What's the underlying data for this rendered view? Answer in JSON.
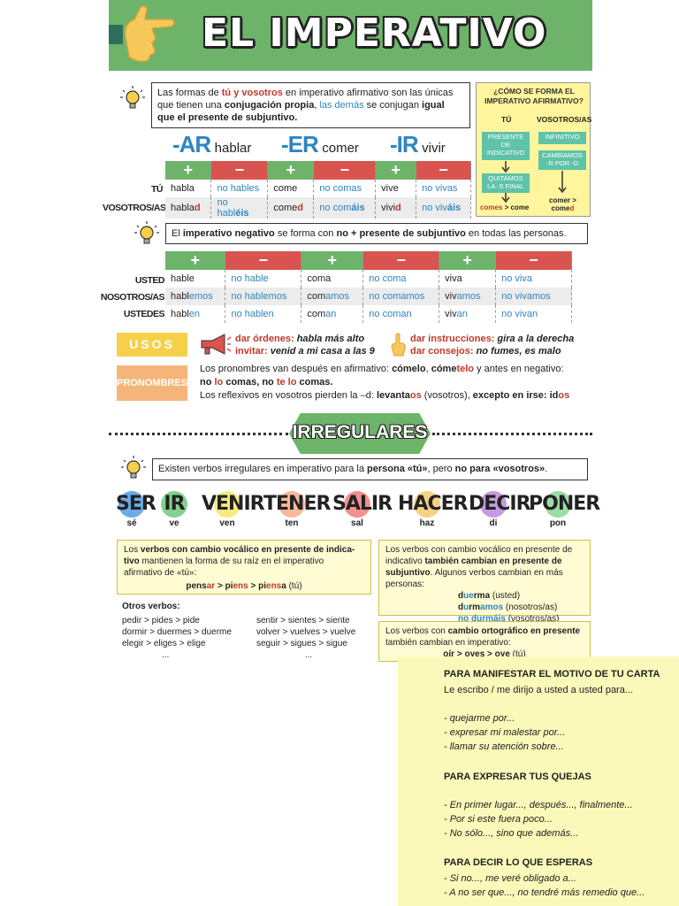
{
  "header": {
    "title": "EL IMPERATIVO"
  },
  "intro": {
    "p1": "Las formas de ",
    "tu_vos": "tú y vosotros",
    "p2": " en imperativo afirmativo son las únicas que tienen una ",
    "conj_propia": "conjugación propia",
    "p3": ", ",
    "las_demas": "las demás",
    "p4": " se conjugan ",
    "igual": "igual que el presente de subjuntivo."
  },
  "como": {
    "title": "¿CÓMO SE FORMA EL IMPERATIVO AFIRMATIVO?",
    "col_tu": "TÚ",
    "col_vos": "VOSOTROS/AS",
    "tu_box1": "PRESENTE DE INDICATIVO",
    "tu_box2": "QUITAMOS LA -S FINAL",
    "tu_example_a": "comes",
    "tu_example_b": " > come",
    "vos_box1": "INFINITIVO",
    "vos_box2": "CAMBIAMOS -R POR -D",
    "vos_example_a": "comer >",
    "vos_example_b": "come",
    "vos_example_c": "d"
  },
  "verbs_header": {
    "ar": "-AR",
    "ar_inf": "hablar",
    "er": "-ER",
    "er_inf": "comer",
    "ir": "-IR",
    "ir_inf": "vivir"
  },
  "table1": {
    "plus": "+",
    "minus": "−",
    "row_tu": "TÚ",
    "row_vos": "VOSOTROS/AS",
    "tu": [
      "habla",
      "no hables",
      "come",
      "no comas",
      "vive",
      "no vivas"
    ],
    "vos": [
      "habla",
      "d",
      "no habl",
      "éis",
      "come",
      "d",
      "no com",
      "áis",
      "vivi",
      "d",
      "no viv",
      "áis"
    ]
  },
  "negativo": {
    "p1": "El ",
    "b1": "imperativo negativo",
    "p2": " se forma con ",
    "b2": "no + presente de subjuntivo",
    "p3": " en todas las personas."
  },
  "table2": {
    "row_usted": "USTED",
    "row_nos": "NOSOTROS/AS",
    "row_ustedes": "USTEDES",
    "usted": [
      "hable",
      "no hable",
      "coma",
      "no coma",
      "viva",
      "no viva"
    ],
    "nos": [
      "habl",
      "emos",
      "no habl",
      "emos",
      "com",
      "amos",
      "no com",
      "amos",
      "viv",
      "amos",
      "no viv",
      "amos"
    ],
    "ustedes": [
      "habl",
      "en",
      "no habl",
      "en",
      "com",
      "an",
      "no com",
      "an",
      "viv",
      "an",
      "no viv",
      "an"
    ]
  },
  "usos": {
    "badge": "USOS",
    "u1a": "dar órdenes: ",
    "u1b": "habla más alto",
    "u2a": "invitar: ",
    "u2b": "venid a mi casa a las 9",
    "u3a": "dar instrucciones: ",
    "u3b": "gira a la derecha",
    "u4a": "dar consejos: ",
    "u4b": "no fumes, es malo"
  },
  "pronombres": {
    "badge": "PRONOMBRES",
    "l1a": "Los pronombres van después en afirmativo: ",
    "l1b": "cómelo",
    "l1c": ", ",
    "l1d": "cóme",
    "l1e": "telo",
    "l1f": " y antes en negativo:",
    "l2a": "no ",
    "l2b": "lo",
    "l2c": " comas",
    "l2d": ", no ",
    "l2e": "te lo",
    "l2f": " comas.",
    "l3a": "Los reflexivos en vosotros pierden la –d: ",
    "l3b": "levanta",
    "l3c": "os",
    "l3d": " (vosotros), ",
    "l3e": "excepto en irse: ",
    "l3f": "id",
    "l3g": "os"
  },
  "irregulares": {
    "banner": "IRREGULARES",
    "note_a": "Existen verbos irregulares en imperativo para la ",
    "note_b": "persona «tú»",
    "note_c": ", pero ",
    "note_d": "no para «vosotros»",
    "note_e": ".",
    "verbs": [
      "SER",
      "IR",
      "VENIR",
      "TENER",
      "SALIR",
      "HACER",
      "DECIR",
      "PONER"
    ],
    "forms": [
      "sé",
      "ve",
      "ven",
      "ten",
      "sal",
      "haz",
      "di",
      "pon"
    ],
    "colors": [
      "#3b8fd9",
      "#5cc06a",
      "#f3e35a",
      "#f5a27a",
      "#ef6a6a",
      "#f2c25c",
      "#b07ad9",
      "#7fcf8a"
    ]
  },
  "vocalico1": {
    "a": "Los ",
    "b": "verbos con cambio vocálico en presente de indica-tivo",
    "c": " mantienen la forma de su raíz en el imperativo afirmativo de «tú»:",
    "ex1": "pens",
    "ex2": "ar",
    "ex3": " > pi",
    "ex4": "ens",
    "ex5": " > pi",
    "ex6": "ens",
    "ex7": "a",
    "ex8": " (tú)"
  },
  "vocalico2": {
    "a": "Los verbos con cambio vocálico en presente de indicativo ",
    "b": "también cambian en presente de subjuntivo",
    "c": ". Algunos verbos cambian en más personas:",
    "e1a": "d",
    "e1b": "ue",
    "e1c": "rma",
    "e1d": " (usted)",
    "e2a": "d",
    "e2b": "u",
    "e2c": "rm",
    "e2d": "amos",
    "e2e": " (nosotros/as)",
    "e3a": "no d",
    "e3b": "u",
    "e3c": "rm",
    "e3d": "áis",
    "e3e": " (vosotros/as)"
  },
  "otros": {
    "title": "Otros verbos:",
    "col1": [
      "pedir > pides > pide",
      "dormir > duermes > duerme",
      "elegir > eliges > elige",
      "..."
    ],
    "col2": [
      "sentir > sientes > siente",
      "volver > vuelves > vuelve",
      "seguir > sigues > sigue",
      "..."
    ]
  },
  "ortografico": {
    "a": "Los verbos con ",
    "b": "cambio ortográfico en presente",
    "c": " también cambian en imperativo:",
    "ex": "oír > oyes > oye",
    "ex2": " (tú)"
  },
  "overlay": {
    "h1": "PARA MANIFESTAR EL MOTIVO DE TU CARTA",
    "t1": "Le escribo / me dirijo a usted a usted para...",
    "i1": "- quejarme por...",
    "i2": "- expresar mi malestar por...",
    "i3": "- llamar su atención sobre...",
    "h2": "PARA EXPRESAR TUS QUEJAS",
    "i4": "- En primer lugar..., después..., finalmente...",
    "i5": "- Por si este fuera poco...",
    "i6": "- No sólo..., sino que además...",
    "h3": "PARA DECIR LO QUE ESPERAS",
    "i7": "- Si no..., me veré obligado a...",
    "i8": "- A no ser que..., no tendré más remedio que..."
  }
}
